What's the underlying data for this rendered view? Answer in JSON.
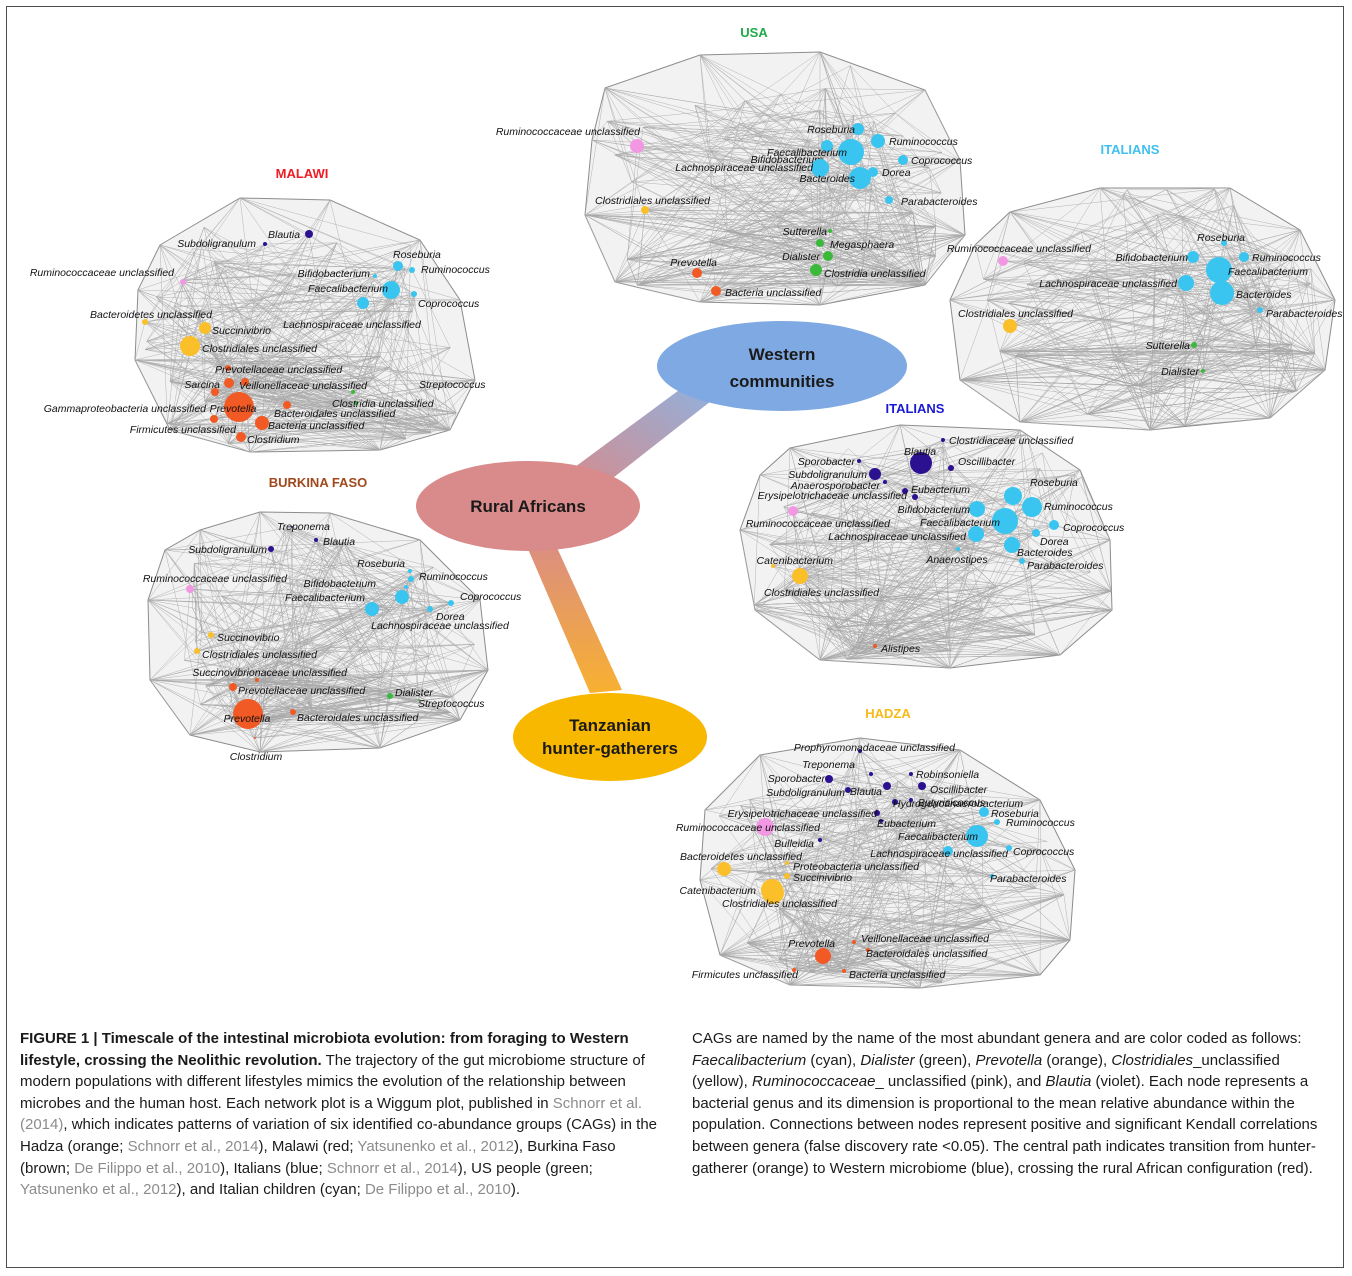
{
  "colors": {
    "cyan": "#39c5f0",
    "green": "#3ab93a",
    "orange": "#f15a24",
    "yellow": "#fbbf2a",
    "pink": "#f298e3",
    "violet": "#2b1090",
    "edge": "#a8a8a8",
    "hull": "#8c8c8c"
  },
  "central": {
    "western": "Western communities",
    "rural": "Rural Africans",
    "hunter": "Tanzanian hunter-gatherers"
  },
  "panels": {
    "usa": {
      "title": "USA",
      "title_color": "#1faa4a",
      "nodes": [
        {
          "label": "Ruminococcaceae unclassified",
          "color": "pink",
          "r": 7
        },
        {
          "label": "Roseburia",
          "color": "cyan",
          "r": 6
        },
        {
          "label": "Bifidobacterium",
          "color": "cyan",
          "r": 6
        },
        {
          "label": "Ruminococcus",
          "color": "cyan",
          "r": 7
        },
        {
          "label": "Faecalibacterium",
          "color": "cyan",
          "r": 13
        },
        {
          "label": "Coprococcus",
          "color": "cyan",
          "r": 5
        },
        {
          "label": "Lachnospiraceae unclassified",
          "color": "cyan",
          "r": 9
        },
        {
          "label": "Dorea",
          "color": "cyan",
          "r": 5
        },
        {
          "label": "Bacteroides",
          "color": "cyan",
          "r": 11
        },
        {
          "label": "Parabacteroides",
          "color": "cyan",
          "r": 4
        },
        {
          "label": "Clostridiales unclassified",
          "color": "yellow",
          "r": 4
        },
        {
          "label": "Sutterella",
          "color": "green",
          "r": 2
        },
        {
          "label": "Megasphaera",
          "color": "green",
          "r": 4
        },
        {
          "label": "Dialister",
          "color": "green",
          "r": 5
        },
        {
          "label": "Clostridia unclassified",
          "color": "green",
          "r": 6
        },
        {
          "label": "Prevotella",
          "color": "orange",
          "r": 5
        },
        {
          "label": "Bacteria unclassified",
          "color": "orange",
          "r": 5
        }
      ]
    },
    "malawi": {
      "title": "MALAWI",
      "title_color": "#ee1c24",
      "nodes": [
        {
          "label": "Blautia",
          "color": "violet",
          "r": 4
        },
        {
          "label": "Subdoligranulum",
          "color": "violet",
          "r": 2
        },
        {
          "label": "Roseburia",
          "color": "cyan",
          "r": 5
        },
        {
          "label": "Ruminococcaceae unclassified",
          "color": "pink",
          "r": 3
        },
        {
          "label": "Bifidobacterium",
          "color": "cyan",
          "r": 2
        },
        {
          "label": "Ruminococcus",
          "color": "cyan",
          "r": 3
        },
        {
          "label": "Faecalibacterium",
          "color": "cyan",
          "r": 9
        },
        {
          "label": "Coprococcus",
          "color": "cyan",
          "r": 3
        },
        {
          "label": "Bacteroidetes unclassified",
          "color": "yellow",
          "r": 3
        },
        {
          "label": "Lachnospiraceae unclassified",
          "color": "cyan",
          "r": 6
        },
        {
          "label": "Succinivibrio",
          "color": "yellow",
          "r": 6
        },
        {
          "label": "Clostridiales unclassified",
          "color": "yellow",
          "r": 10
        },
        {
          "label": "Prevotellaceae unclassified",
          "color": "orange",
          "r": 3
        },
        {
          "label": "Sarcina",
          "color": "orange",
          "r": 5
        },
        {
          "label": "Veillonellaceae unclassified",
          "color": "orange",
          "r": 4
        },
        {
          "label": "Streptococcus",
          "color": "green",
          "r": 2
        },
        {
          "label": "Gammaproteobacteria unclassified",
          "color": "orange",
          "r": 4
        },
        {
          "label": "Prevotella",
          "color": "orange",
          "r": 15
        },
        {
          "label": "Bacteroidales unclassified",
          "color": "orange",
          "r": 4
        },
        {
          "label": "Clostridia unclassified",
          "color": "green",
          "r": 2
        },
        {
          "label": "Firmicutes unclassified",
          "color": "orange",
          "r": 4
        },
        {
          "label": "Bacteria unclassified",
          "color": "orange",
          "r": 7
        },
        {
          "label": "Clostridium",
          "color": "orange",
          "r": 5
        }
      ]
    },
    "italians_children": {
      "title": "ITALIANS",
      "title_color": "#3fc0ee",
      "nodes": [
        {
          "label": "Roseburia",
          "color": "cyan",
          "r": 3
        },
        {
          "label": "Ruminococcaceae unclassified",
          "color": "pink",
          "r": 5
        },
        {
          "label": "Bifidobacterium",
          "color": "cyan",
          "r": 6
        },
        {
          "label": "Ruminococcus",
          "color": "cyan",
          "r": 5
        },
        {
          "label": "Faecalibacterium",
          "color": "cyan",
          "r": 13
        },
        {
          "label": "Lachnospiraceae unclassified",
          "color": "cyan",
          "r": 8
        },
        {
          "label": "Bacteroides",
          "color": "cyan",
          "r": 12
        },
        {
          "label": "Parabacteroides",
          "color": "cyan",
          "r": 3
        },
        {
          "label": "Clostridiales unclassified",
          "color": "yellow",
          "r": 7
        },
        {
          "label": "Sutterella",
          "color": "green",
          "r": 3
        },
        {
          "label": "Dialister",
          "color": "green",
          "r": 2
        }
      ]
    },
    "italians_adults": {
      "title": "ITALIANS",
      "title_color": "#1a1ad6",
      "nodes": [
        {
          "label": "Clostridiaceae unclassified",
          "color": "violet",
          "r": 2
        },
        {
          "label": "Sporobacter",
          "color": "violet",
          "r": 2
        },
        {
          "label": "Blautia",
          "color": "violet",
          "r": 11
        },
        {
          "label": "Oscillibacter",
          "color": "violet",
          "r": 3
        },
        {
          "label": "Subdoligranulum",
          "color": "violet",
          "r": 6
        },
        {
          "label": "Anaerosporobacter",
          "color": "violet",
          "r": 2
        },
        {
          "label": "Erysipelotrichaceae unclassified",
          "color": "violet",
          "r": 3
        },
        {
          "label": "Eubacterium",
          "color": "violet",
          "r": 3
        },
        {
          "label": "Roseburia",
          "color": "cyan",
          "r": 9
        },
        {
          "label": "Ruminococcus",
          "color": "cyan",
          "r": 10
        },
        {
          "label": "Bifidobacterium",
          "color": "cyan",
          "r": 8
        },
        {
          "label": "Ruminococcaceae unclassified",
          "color": "pink",
          "r": 5
        },
        {
          "label": "Faecalibacterium",
          "color": "cyan",
          "r": 13
        },
        {
          "label": "Coprococcus",
          "color": "cyan",
          "r": 5
        },
        {
          "label": "Lachnospiraceae unclassified",
          "color": "cyan",
          "r": 8
        },
        {
          "label": "Dorea",
          "color": "cyan",
          "r": 4
        },
        {
          "label": "Catenibacterium",
          "color": "yellow",
          "r": 2
        },
        {
          "label": "Anaerostipes",
          "color": "cyan",
          "r": 2
        },
        {
          "label": "Bacteroides",
          "color": "cyan",
          "r": 8
        },
        {
          "label": "Parabacteroides",
          "color": "cyan",
          "r": 3
        },
        {
          "label": "Clostridiales unclassified",
          "color": "yellow",
          "r": 8
        },
        {
          "label": "Alistipes",
          "color": "orange",
          "r": 2
        }
      ]
    },
    "burkina": {
      "title": "BURKINA FASO",
      "title_color": "#a0491c",
      "nodes": [
        {
          "label": "Treponema",
          "color": "violet",
          "r": 1
        },
        {
          "label": "Blautia",
          "color": "violet",
          "r": 2
        },
        {
          "label": "Subdoligranulum",
          "color": "violet",
          "r": 3
        },
        {
          "label": "Roseburia",
          "color": "cyan",
          "r": 2
        },
        {
          "label": "Ruminococcaceae unclassified",
          "color": "pink",
          "r": 4
        },
        {
          "label": "Ruminococcus",
          "color": "cyan",
          "r": 3
        },
        {
          "label": "Bifidobacterium",
          "color": "cyan",
          "r": 2
        },
        {
          "label": "Faecalibacterium",
          "color": "cyan",
          "r": 7
        },
        {
          "label": "Coprococcus",
          "color": "cyan",
          "r": 3
        },
        {
          "label": "Dorea",
          "color": "cyan",
          "r": 3
        },
        {
          "label": "Lachnospiraceae unclassified",
          "color": "cyan",
          "r": 7
        },
        {
          "label": "Succinovibrio",
          "color": "yellow",
          "r": 3
        },
        {
          "label": "Clostridiales unclassified",
          "color": "yellow",
          "r": 3
        },
        {
          "label": "Succinovibrionaceae unclassified",
          "color": "orange",
          "r": 2
        },
        {
          "label": "Prevotellaceae unclassified",
          "color": "orange",
          "r": 4
        },
        {
          "label": "Dialister",
          "color": "green",
          "r": 3
        },
        {
          "label": "Streptococcus",
          "color": "green",
          "r": 1
        },
        {
          "label": "Prevotella",
          "color": "orange",
          "r": 15
        },
        {
          "label": "Bacteroidales unclassified",
          "color": "orange",
          "r": 3
        },
        {
          "label": "Clostridium",
          "color": "orange",
          "r": 1
        }
      ]
    },
    "hadza": {
      "title": "HADZA",
      "title_color": "#f9b917",
      "nodes": [
        {
          "label": "Prophyromonadaceae unclassified",
          "color": "violet",
          "r": 2
        },
        {
          "label": "Treponema",
          "color": "violet",
          "r": 2
        },
        {
          "label": "Sporobacter",
          "color": "violet",
          "r": 4
        },
        {
          "label": "Robinsoniella",
          "color": "violet",
          "r": 2
        },
        {
          "label": "Subdoligranulum",
          "color": "violet",
          "r": 3
        },
        {
          "label": "Oscillibacter",
          "color": "violet",
          "r": 4
        },
        {
          "label": "Blautia",
          "color": "violet",
          "r": 4
        },
        {
          "label": "Hydrogenoanaerobacterium",
          "color": "violet",
          "r": 3
        },
        {
          "label": "Butyricicoccus",
          "color": "violet",
          "r": 2
        },
        {
          "label": "Erysipelotrichaceae unclassified",
          "color": "violet",
          "r": 3
        },
        {
          "label": "Roseburia",
          "color": "cyan",
          "r": 5
        },
        {
          "label": "Ruminococcus",
          "color": "cyan",
          "r": 3
        },
        {
          "label": "Ruminococcaceae unclassified",
          "color": "pink",
          "r": 9
        },
        {
          "label": "Eubacterium",
          "color": "violet",
          "r": 2
        },
        {
          "label": "Faecalibacterium",
          "color": "cyan",
          "r": 11
        },
        {
          "label": "Bulleidia",
          "color": "violet",
          "r": 2
        },
        {
          "label": "Bacteroidetes unclassified",
          "color": "yellow",
          "r": 7
        },
        {
          "label": "Lachnospiraceae unclassified",
          "color": "cyan",
          "r": 5
        },
        {
          "label": "Coprococcus",
          "color": "cyan",
          "r": 3
        },
        {
          "label": "Proteobacteria unclassified",
          "color": "yellow",
          "r": 2
        },
        {
          "label": "Succinivibrio",
          "color": "yellow",
          "r": 3
        },
        {
          "label": "Parabacteroides",
          "color": "cyan",
          "r": 2
        },
        {
          "label": "Catenibacterium",
          "color": "yellow",
          "r": 11
        },
        {
          "label": "Clostridiales unclassified",
          "color": "yellow",
          "r": 11
        },
        {
          "label": "Veillonellaceae unclassified",
          "color": "orange",
          "r": 2
        },
        {
          "label": "Prevotella",
          "color": "orange",
          "r": 8
        },
        {
          "label": "Bacteroidales unclassified",
          "color": "orange",
          "r": 2
        },
        {
          "label": "Firmicutes unclassified",
          "color": "orange",
          "r": 2
        },
        {
          "label": "Bacteria unclassified",
          "color": "orange",
          "r": 2
        }
      ]
    }
  },
  "caption": {
    "left": [
      {
        "t": "FIGURE 1 | Timescale of the intestinal microbiota evolution: from foraging to Western lifestyle, crossing the Neolithic revolution.",
        "s": "bold"
      },
      {
        "t": " The trajectory of the gut microbiome structure of modern populations with different lifestyles mimics the evolution of the relationship between microbes and the human host. Each network plot is a Wiggum plot, published in ",
        "s": ""
      },
      {
        "t": "Schnorr et al. (2014)",
        "s": "ref"
      },
      {
        "t": ", which indicates patterns of variation of six identified co-abundance groups (CAGs) in the Hadza (orange; ",
        "s": ""
      },
      {
        "t": "Schnorr et al., 2014",
        "s": "ref"
      },
      {
        "t": "), Malawi (red; ",
        "s": ""
      },
      {
        "t": "Yatsunenko et al., 2012",
        "s": "ref"
      },
      {
        "t": "), Burkina Faso (brown; ",
        "s": ""
      },
      {
        "t": "De Filippo et al., 2010",
        "s": "ref"
      },
      {
        "t": "), Italians (blue; ",
        "s": ""
      },
      {
        "t": "Schnorr et al., 2014",
        "s": "ref"
      },
      {
        "t": "), US people (green; ",
        "s": ""
      },
      {
        "t": "Yatsunenko et al., 2012",
        "s": "ref"
      },
      {
        "t": "), and Italian children (cyan; ",
        "s": ""
      },
      {
        "t": "De Filippo et al., 2010",
        "s": "ref"
      },
      {
        "t": ").",
        "s": ""
      }
    ],
    "right": [
      {
        "t": "CAGs are named by the name of the most abundant genera and are color coded as follows: ",
        "s": ""
      },
      {
        "t": "Faecalibacterium",
        "s": "it"
      },
      {
        "t": " (cyan), ",
        "s": ""
      },
      {
        "t": "Dialister",
        "s": "it"
      },
      {
        "t": " (green), ",
        "s": ""
      },
      {
        "t": "Prevotella",
        "s": "it"
      },
      {
        "t": " (orange), ",
        "s": ""
      },
      {
        "t": "Clostridiales",
        "s": "it"
      },
      {
        "t": "_unclassified (yellow), ",
        "s": ""
      },
      {
        "t": "Ruminococcaceae",
        "s": "it"
      },
      {
        "t": "_ unclassified (pink), and ",
        "s": ""
      },
      {
        "t": "Blautia",
        "s": "it"
      },
      {
        "t": " (violet). Each node represents a bacterial genus and its dimension is proportional to the mean relative abundance within the population. Connections between nodes represent positive and significant Kendall correlations between genera (false discovery rate <0.05). The central path indicates transition from hunter-gatherer (orange) to Western microbiome (blue), crossing the rural African configuration (red).",
        "s": ""
      }
    ]
  }
}
